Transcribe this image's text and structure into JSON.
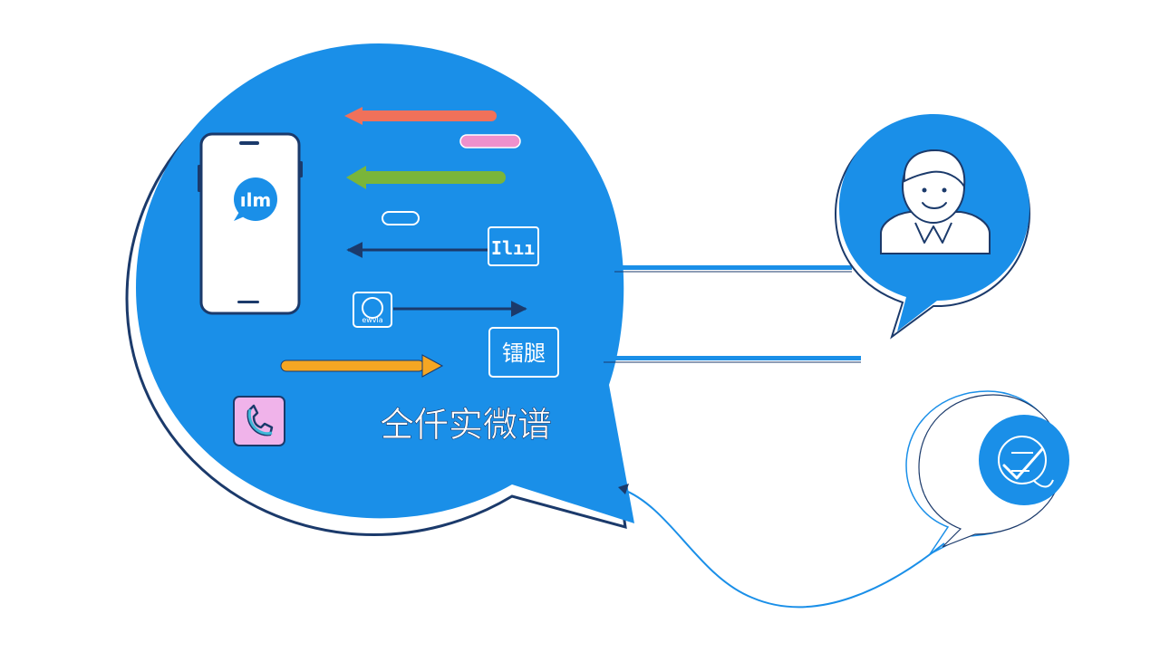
{
  "diagram": {
    "main_bubble": {
      "caption": "仝仟实微谱",
      "app_icon_label": "ılm",
      "chart_chip_label": "Ilıı",
      "chip_label": "镭腿",
      "agent_chip_label": "ewvla"
    },
    "colors": {
      "bubble_blue": "#1a8fe8",
      "outline_navy": "#1b3a6b",
      "arrow_coral": "#f0715a",
      "pill_pink": "#ee90cc",
      "arrow_green": "#7ab53a",
      "arrow_orange": "#f5a623",
      "phone_chip_pink": "#f0b3ea",
      "white": "#ffffff"
    },
    "icons": {
      "app_icon": "chat-bubble-icon",
      "chart_chip": "bar-chart-icon",
      "agent_chip": "headset-icon",
      "phone_chip": "phone-call-icon",
      "user_avatar": "user-avatar-icon",
      "verify_badge": "check-badge-icon"
    }
  }
}
